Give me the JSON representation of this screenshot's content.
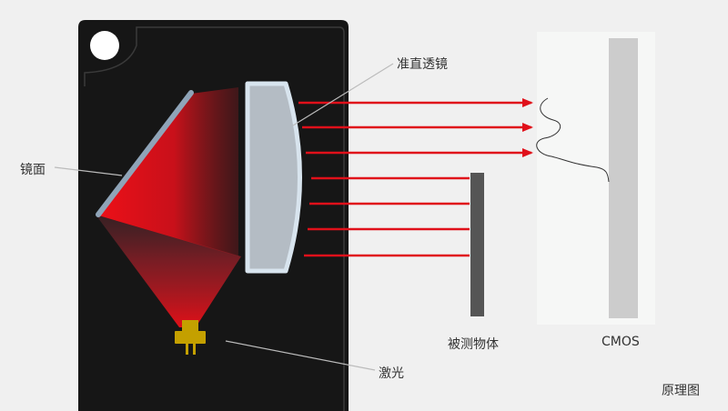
{
  "labels": {
    "collimating_lens": "准直透镜",
    "mirror": "镜面",
    "laser": "激光",
    "object_under_test": "被测物体",
    "cmos": "CMOS",
    "caption": "原理图"
  },
  "colors": {
    "background": "#f0f0f0",
    "housing": "#161616",
    "beam": "#e0101a",
    "lens": "#b4bcc4",
    "lens_border": "#d8e4ee",
    "object": "#555555",
    "cmos": "#cccccc",
    "laser": "#c4a000"
  }
}
